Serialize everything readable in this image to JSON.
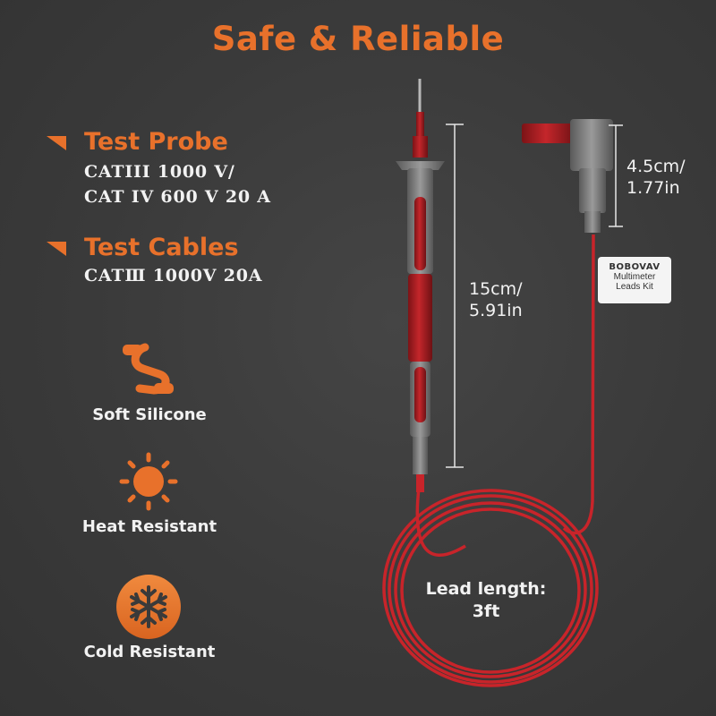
{
  "title": "Safe & Reliable",
  "specs": [
    {
      "heading": "Test Probe",
      "lines": [
        "CATIII 1000 V/",
        "CAT IV 600 V 20 A"
      ]
    },
    {
      "heading": "Test Cables",
      "lines": [
        "CATⅢ 1000V 20A"
      ]
    }
  ],
  "features": [
    {
      "label": "Soft Silicone",
      "icon": "cable-coil-icon"
    },
    {
      "label": "Heat Resistant",
      "icon": "sun-icon"
    },
    {
      "label": "Cold Resistant",
      "icon": "snowflake-icon"
    }
  ],
  "dimensions": {
    "probe_length": [
      "15cm/",
      "5.91in"
    ],
    "plug_length": [
      "4.5cm/",
      "1.77in"
    ],
    "lead_length": [
      "Lead length:",
      "3ft"
    ]
  },
  "tag": {
    "brand": "BOBOVAV",
    "line1": "Multimeter",
    "line2": "Leads Kit"
  },
  "colors": {
    "accent": "#e8712b",
    "background": "#3a3a3a",
    "cable": "#d0262b",
    "text": "#f2f2f2"
  }
}
